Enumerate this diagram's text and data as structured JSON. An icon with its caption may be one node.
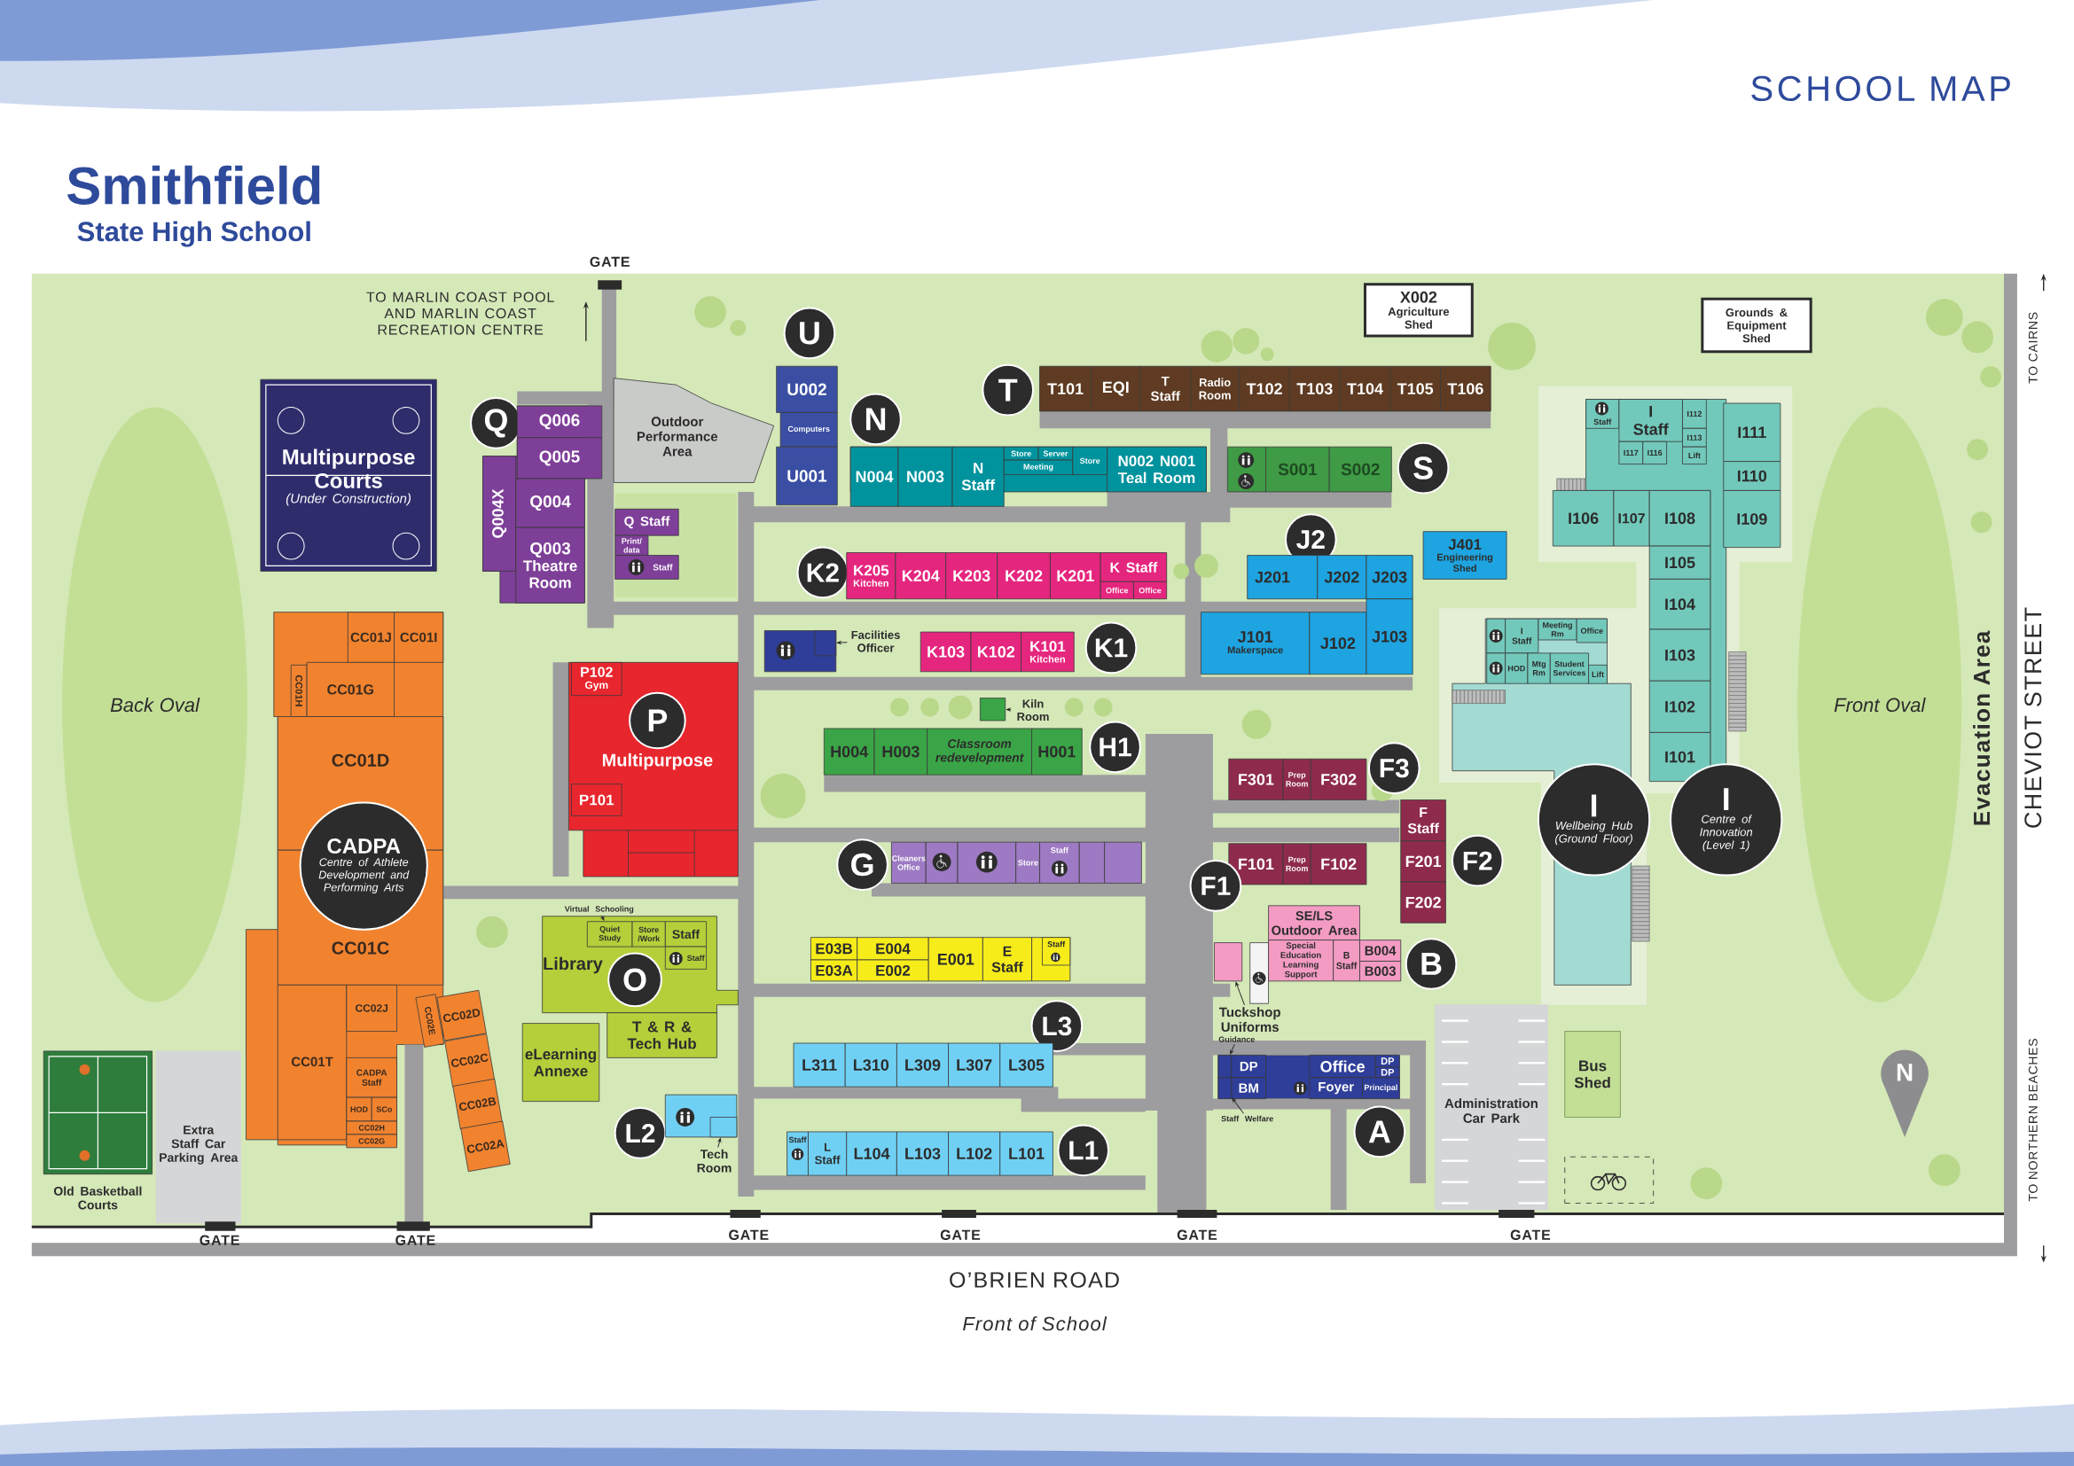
{
  "diagram": {
    "title": "SCHOOL MAP",
    "nodes": [
      {
        "text": [
          "Multipurpose Courts",
          "(Under Construction)"
        ]
      },
      {
        "text": [
          "Q"
        ]
      },
      {
        "text": [
          "Q006"
        ]
      },
      {
        "text": [
          "Q005"
        ]
      },
      {
        "text": [
          "Q004X"
        ]
      },
      {
        "text": [
          "Q004"
        ]
      },
      {
        "text": [
          "Q003",
          "Theatre Room"
        ]
      },
      {
        "text": [
          "Outdoor Performance Area"
        ]
      },
      {
        "text": [
          "Q Staff"
        ]
      },
      {
        "text": [
          "Print/ data"
        ]
      },
      {
        "text": [
          "Staff"
        ]
      },
      {
        "text": [
          "U"
        ]
      },
      {
        "text": [
          "U002"
        ]
      },
      {
        "text": [
          "Computers"
        ]
      },
      {
        "text": [
          "U001"
        ]
      },
      {
        "text": [
          "N"
        ]
      },
      {
        "text": [
          "N004"
        ]
      },
      {
        "text": [
          "N003"
        ]
      },
      {
        "text": [
          "N Staff"
        ]
      },
      {
        "text": [
          "Store"
        ]
      },
      {
        "text": [
          "Server"
        ]
      },
      {
        "text": [
          "Meeting"
        ]
      },
      {
        "text": [
          "Store"
        ]
      },
      {
        "text": [
          "N002 N001",
          "Teal Room"
        ]
      },
      {
        "text": [
          "T"
        ]
      },
      {
        "text": [
          "T101"
        ]
      },
      {
        "text": [
          "EQI"
        ]
      },
      {
        "text": [
          "T Staff"
        ]
      },
      {
        "text": [
          "Radio Room"
        ]
      },
      {
        "text": [
          "T102"
        ]
      },
      {
        "text": [
          "T103"
        ]
      },
      {
        "text": [
          "T104"
        ]
      },
      {
        "text": [
          "T105"
        ]
      },
      {
        "text": [
          "T106"
        ]
      },
      {
        "text": [
          "X002",
          "Agriculture Shed"
        ]
      },
      {
        "text": [
          "Grounds & Equipment Shed"
        ]
      },
      {
        "text": [],
        "shape": "box"
      },
      {
        "text": [
          "S001"
        ]
      },
      {
        "text": [
          "S002"
        ]
      },
      {
        "text": [
          "S"
        ]
      },
      {
        "text": [
          "K2"
        ]
      },
      {
        "text": [
          "K205",
          "Kitchen"
        ]
      },
      {
        "text": [
          "K204"
        ]
      },
      {
        "text": [
          "K203"
        ]
      },
      {
        "text": [
          "K202"
        ]
      },
      {
        "text": [
          "K201"
        ]
      },
      {
        "text": [
          "K Staff"
        ]
      },
      {
        "text": [
          "Office"
        ]
      },
      {
        "text": [
          "Office"
        ]
      },
      {
        "text": [
          "J2"
        ]
      },
      {
        "text": [
          "J201"
        ]
      },
      {
        "text": [
          "J202"
        ]
      },
      {
        "text": [
          "J203"
        ]
      },
      {
        "text": [
          "J101",
          "Makerspace"
        ]
      },
      {
        "text": [
          "J102"
        ]
      },
      {
        "text": [
          "J103"
        ]
      },
      {
        "text": [
          "J401",
          "Engineering Shed"
        ]
      },
      {
        "text": [],
        "shape": "box"
      },
      {
        "text": [],
        "shape": "box",
        "in": 57
      },
      {
        "text": [
          "Facilities Officer"
        ]
      },
      {
        "text": [
          "K103"
        ]
      },
      {
        "text": [
          "K102"
        ]
      },
      {
        "text": [
          "K101",
          "Kitchen"
        ]
      },
      {
        "text": [
          "K1"
        ]
      },
      {
        "text": [],
        "shape": "box"
      },
      {
        "text": [
          "Kiln Room"
        ]
      },
      {
        "text": [
          "H004"
        ]
      },
      {
        "text": [
          "H003"
        ]
      },
      {
        "text": [
          "Classroom redevelopment"
        ]
      },
      {
        "text": [
          "H001"
        ]
      },
      {
        "text": [
          "H1"
        ]
      },
      {
        "text": [
          "Multipurpose"
        ]
      },
      {
        "text": [
          "P102",
          "Gym"
        ],
        "in": 71
      },
      {
        "text": [
          "P101"
        ],
        "in": 71
      },
      {
        "text": [
          "P"
        ],
        "in": 71
      },
      {
        "text": [
          "CC01J"
        ]
      },
      {
        "text": [
          "CC01I"
        ]
      },
      {
        "text": [
          "CC01H"
        ]
      },
      {
        "text": [
          "CC01G"
        ]
      },
      {
        "text": [
          "CC01D"
        ]
      },
      {
        "text": [
          "CC01C"
        ]
      },
      {
        "text": [
          "CADPA",
          "Centre of Athlete Development and Performing Arts"
        ]
      },
      {
        "text": [
          "CC01T"
        ]
      },
      {
        "text": [
          "CC02J"
        ]
      },
      {
        "text": [
          "CADPA Staff"
        ]
      },
      {
        "text": [
          "HOD"
        ]
      },
      {
        "text": [
          "SCo"
        ]
      },
      {
        "text": [
          "CC02H"
        ]
      },
      {
        "text": [
          "CC02G"
        ]
      },
      {
        "text": [
          "CC02E"
        ]
      },
      {
        "text": [
          "CC02D"
        ]
      },
      {
        "text": [
          "CC02C"
        ]
      },
      {
        "text": [
          "CC02B"
        ]
      },
      {
        "text": [
          "CC02A"
        ]
      },
      {
        "text": [
          "Back Oval"
        ]
      },
      {
        "text": [
          "Old Basketball Courts"
        ]
      },
      {
        "text": [
          "Extra Staff Car Parking Area"
        ]
      },
      {
        "text": [
          "Library"
        ]
      },
      {
        "text": [
          "Virtual Schooling"
        ]
      },
      {
        "text": [
          "Quiet Study"
        ],
        "in": 97
      },
      {
        "text": [
          "Store /Work"
        ],
        "in": 97
      },
      {
        "text": [
          "Staff"
        ],
        "in": 97
      },
      {
        "text": [
          "Staff"
        ],
        "in": 97
      },
      {
        "text": [
          "O"
        ],
        "in": 97
      },
      {
        "text": [
          "T & R & Tech Hub"
        ]
      },
      {
        "text": [
          "eLearning Annexe"
        ]
      },
      {
        "text": [
          "G"
        ]
      },
      {
        "text": [
          "Cleaners Office"
        ]
      },
      {
        "text": [],
        "shape": "box"
      },
      {
        "text": [],
        "shape": "box"
      },
      {
        "text": [
          "Store"
        ]
      },
      {
        "text": [
          "Staff"
        ]
      },
      {
        "text": [],
        "shape": "box"
      },
      {
        "text": [],
        "shape": "box"
      },
      {
        "text": [
          "E03B"
        ]
      },
      {
        "text": [
          "E03A"
        ]
      },
      {
        "text": [
          "E004"
        ]
      },
      {
        "text": [
          "E002"
        ]
      },
      {
        "text": [
          "E001"
        ]
      },
      {
        "text": [
          "E Staff"
        ]
      },
      {
        "text": [
          "Staff"
        ]
      },
      {
        "text": [
          "L3"
        ]
      },
      {
        "text": [
          "L311"
        ]
      },
      {
        "text": [
          "L310"
        ]
      },
      {
        "text": [
          "L309"
        ]
      },
      {
        "text": [
          "L307"
        ]
      },
      {
        "text": [
          "L305"
        ]
      },
      {
        "text": [
          "L2"
        ]
      },
      {
        "text": [],
        "shape": "box"
      },
      {
        "text": [],
        "shape": "box",
        "in": 128
      },
      {
        "text": [
          "Tech Room"
        ]
      },
      {
        "text": [
          "Staff"
        ]
      },
      {
        "text": [
          "L Staff"
        ]
      },
      {
        "text": [
          "L104"
        ]
      },
      {
        "text": [
          "L103"
        ]
      },
      {
        "text": [
          "L102"
        ]
      },
      {
        "text": [
          "L101"
        ]
      },
      {
        "text": [
          "L1"
        ]
      },
      {
        "text": [
          "F301"
        ]
      },
      {
        "text": [
          "Prep Room"
        ]
      },
      {
        "text": [
          "F302"
        ]
      },
      {
        "text": [
          "F3"
        ]
      },
      {
        "text": [
          "F Staff"
        ]
      },
      {
        "text": [
          "F201"
        ]
      },
      {
        "text": [
          "F202"
        ]
      },
      {
        "text": [
          "F2"
        ]
      },
      {
        "text": [
          "F101"
        ]
      },
      {
        "text": [
          "Prep Room"
        ]
      },
      {
        "text": [
          "F102"
        ]
      },
      {
        "text": [
          "F1"
        ]
      },
      {
        "text": [
          "SE/LS Outdoor Area"
        ]
      },
      {
        "text": [],
        "shape": "box"
      },
      {
        "text": [],
        "shape": "box"
      },
      {
        "text": [
          "Special Education Learning Support"
        ]
      },
      {
        "text": [
          "B Staff"
        ]
      },
      {
        "text": [
          "B004"
        ]
      },
      {
        "text": [
          "B003"
        ]
      },
      {
        "text": [
          "B"
        ]
      },
      {
        "text": [
          "Tuckshop Uniforms"
        ]
      },
      {
        "text": [
          "Guidance"
        ]
      },
      {
        "text": [],
        "shape": "box"
      },
      {
        "text": [
          "DP"
        ]
      },
      {
        "text": [
          "BM"
        ]
      },
      {
        "text": [
          "Office"
        ]
      },
      {
        "text": [
          "Foyer"
        ]
      },
      {
        "text": [
          "DP"
        ]
      },
      {
        "text": [
          "DP"
        ]
      },
      {
        "text": [
          "Principal"
        ]
      },
      {
        "text": [],
        "shape": "box"
      },
      {
        "text": [
          "Staff Welfare"
        ]
      },
      {
        "text": [
          "A"
        ]
      },
      {
        "text": [
          "Administration Car Park"
        ]
      },
      {
        "text": [
          "Bus Shed"
        ]
      },
      {
        "text": [
          "Staff"
        ]
      },
      {
        "text": [
          "I Staff"
        ]
      },
      {
        "text": [
          "I117"
        ]
      },
      {
        "text": [
          "I116"
        ]
      },
      {
        "text": [
          "I112"
        ]
      },
      {
        "text": [
          "I113"
        ]
      },
      {
        "text": [
          "Lift"
        ]
      },
      {
        "text": [
          "I111"
        ]
      },
      {
        "text": [
          "I110"
        ]
      },
      {
        "text": [
          "I109"
        ]
      },
      {
        "text": [
          "I106"
        ]
      },
      {
        "text": [
          "I107"
        ]
      },
      {
        "text": [
          "I108"
        ]
      },
      {
        "text": [
          "I105"
        ]
      },
      {
        "text": [
          "I104"
        ]
      },
      {
        "text": [
          "I103"
        ]
      },
      {
        "text": [
          "I102"
        ]
      },
      {
        "text": [
          "I101"
        ]
      },
      {
        "text": [],
        "shape": "box"
      },
      {
        "text": [],
        "shape": "box"
      },
      {
        "text": [
          "I Staff"
        ]
      },
      {
        "text": [
          "Meeting Rm"
        ]
      },
      {
        "text": [
          "Office"
        ]
      },
      {
        "text": [
          "HOD"
        ]
      },
      {
        "text": [
          "Mtg Rm"
        ]
      },
      {
        "text": [
          "Student Services"
        ]
      },
      {
        "text": [
          "Lift"
        ]
      },
      {
        "text": [
          "I",
          "Wellbeing Hub (Ground Floor)"
        ]
      },
      {
        "text": [
          "I",
          "Centre of Innovation (Level 1)"
        ]
      },
      {
        "text": [
          "Front Oval"
        ]
      },
      {
        "text": [],
        "shape": "box"
      }
    ],
    "edges": [
      {
        "from": 59,
        "to": 58,
        "arrow": "to"
      },
      {
        "from": 65,
        "to": 64,
        "arrow": "to"
      },
      {
        "from": 98,
        "to": 99,
        "arrow": "to"
      },
      {
        "from": 130,
        "to": 129,
        "arrow": "to"
      },
      {
        "from": 158,
        "to": 151,
        "arrow": "to"
      },
      {
        "from": 159,
        "to": 160,
        "arrow": "to"
      },
      {
        "from": 169,
        "to": 168,
        "arrow": "to"
      }
    ],
    "labels": [
      "Smithfield",
      "State High School",
      "GATE",
      "TO MARLIN COAST POOL AND MARLIN COAST RECREATION CENTRE",
      "TO CAIRNS",
      "Evacuation Area",
      "CHEVIOT STREET",
      "N",
      "TO NORTHERN BEACHES",
      "GATE",
      "GATE",
      "GATE",
      "GATE",
      "GATE",
      "GATE",
      "O’BRIEN ROAD",
      "Front of School"
    ]
  }
}
